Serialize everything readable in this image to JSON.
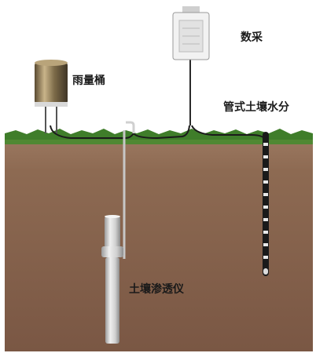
{
  "labels": {
    "rain_gauge": "雨量桶",
    "data_logger": "数采",
    "tube_soil_moisture": "管式土壤水分",
    "soil_lysimeter": "土壤渗透仪"
  },
  "colors": {
    "sky": "#ffffff",
    "grass": "#3f7d2a",
    "soil_top": "#8d6a52",
    "soil_bottom": "#7a5744",
    "cable": "#1b1b1b",
    "device_metal": "#d8d8d8"
  },
  "icons": [
    "rain-gauge-icon",
    "data-logger-box-icon",
    "tube-soil-moisture-probe-icon",
    "soil-lysimeter-icon"
  ]
}
